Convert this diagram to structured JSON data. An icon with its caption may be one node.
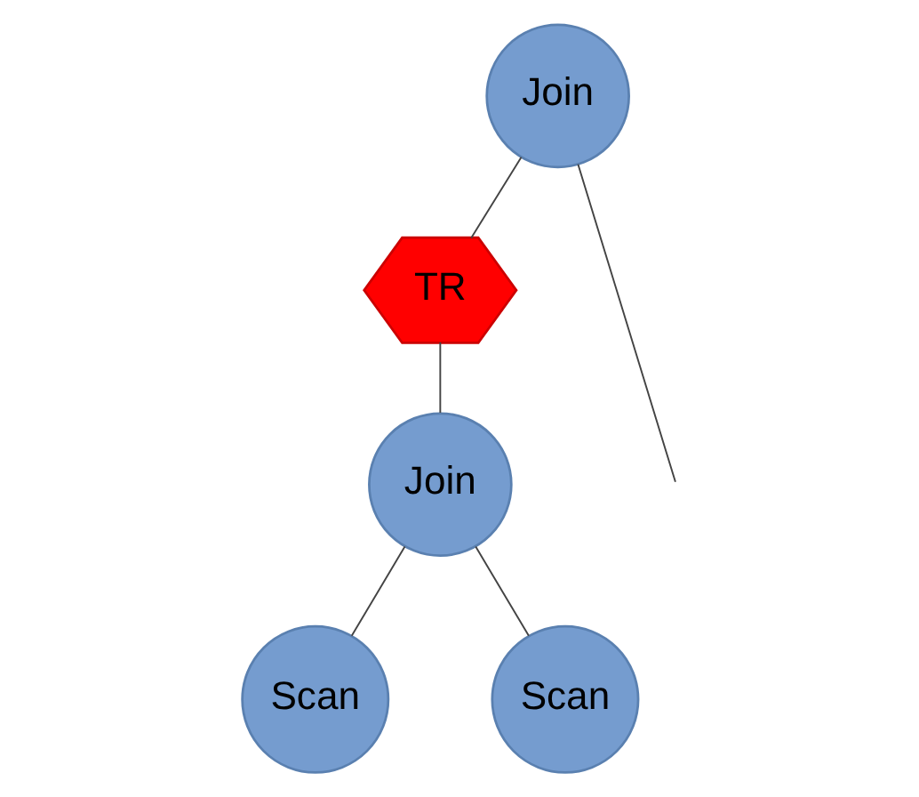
{
  "diagram": {
    "nodes": [
      {
        "text": [
          "Join"
        ]
      },
      {
        "text": [
          "TR"
        ]
      },
      {
        "text": [
          "Join"
        ]
      },
      {
        "text": [
          "Scan"
        ]
      },
      {
        "text": [
          "Scan"
        ]
      }
    ],
    "edges": [
      {
        "from": 0,
        "to": null,
        "arrow": "none"
      },
      {
        "from": 0,
        "to": 1,
        "arrow": "none"
      },
      {
        "from": 1,
        "to": 2,
        "arrow": "none"
      },
      {
        "from": 2,
        "to": 3,
        "arrow": "none"
      },
      {
        "from": 2,
        "to": 4,
        "arrow": "none"
      }
    ]
  }
}
